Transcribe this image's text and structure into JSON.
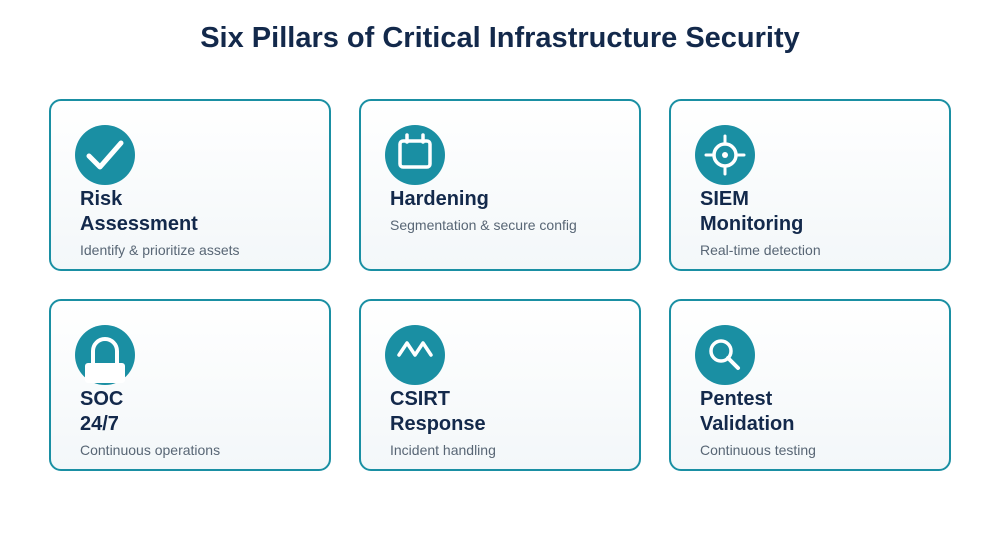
{
  "title": "Six Pillars of Critical Infrastructure Security",
  "accent_color": "#1a8fa3",
  "title_color": "#13294b",
  "cards": [
    {
      "title_line1": "Risk",
      "title_line2": "Assessment",
      "description": "Identify & prioritize assets",
      "icon": "checkmark-icon"
    },
    {
      "title_line1": "Hardening",
      "title_line2": "",
      "description": "Segmentation & secure config",
      "icon": "calendar-icon"
    },
    {
      "title_line1": "SIEM",
      "title_line2": "Monitoring",
      "description": "Real-time detection",
      "icon": "crosshair-icon"
    },
    {
      "title_line1": "SOC",
      "title_line2": "24/7",
      "description": "Continuous operations",
      "icon": "lock-icon"
    },
    {
      "title_line1": "CSIRT",
      "title_line2": "Response",
      "description": "Incident handling",
      "icon": "pulse-wave-icon"
    },
    {
      "title_line1": "Pentest",
      "title_line2": "Validation",
      "description": "Continuous testing",
      "icon": "magnifier-icon"
    }
  ]
}
